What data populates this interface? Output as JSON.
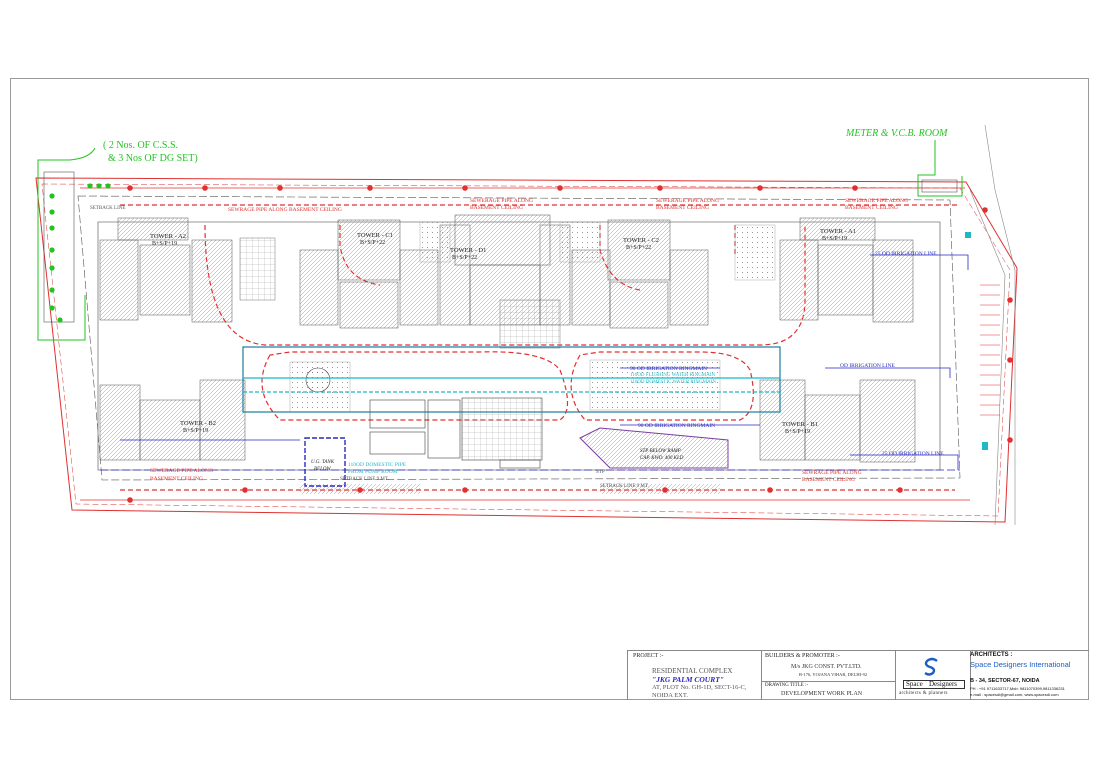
{
  "annotations": {
    "css_note_line1": "( 2 Nos. OF C.S.S.",
    "css_note_line2": "& 3 Nos OF DG SET)",
    "meter_room": "METER & V.C.B. ROOM"
  },
  "towers": {
    "a1_name": "TOWER - A1",
    "a1_floors": "B+S/P+19",
    "a2_name": "TOWER - A2",
    "a2_floors": "B+S/P+19",
    "b1_name": "TOWER - B1",
    "b1_floors": "B+S/P+19",
    "b2_name": "TOWER - B2",
    "b2_floors": "B+S/P+19",
    "c1_name": "TOWER - C1",
    "c1_floors": "B+S/P+22",
    "c2_name": "TOWER - C2",
    "c2_floors": "B+S/P+22",
    "d1_name": "TOWER - D1",
    "d1_floors": "B+S/P+22"
  },
  "services": {
    "sewerage_top": "SEWRAGE PIPE ALONG BASEMENT CEILING",
    "sewerage_pipe": "SEWERAGE PIPE ALONG",
    "basement_ceiling": "BASEMENT CEILING",
    "sewerage_bl_1": "SEWERAGE PIPE ALONG",
    "sewerage_bl_2": "BASEMENT CEILING",
    "sewerage_br_1": "SEWRAGE PIPE ALONG",
    "sewerage_br_2": "BASEMENT CEILING",
    "irrigation_25_top": "25 OD IRRIGATION LINE",
    "irrigation_25_bottom": "25 OD IRRIGATION LINE",
    "irrigation_line_r": "OD IRRIGATION LINE",
    "ringmain_90_top": "90 OD IRRIGATION RINGMAIN",
    "ringmain_90_bottom": "90 OD IRRIGATION RINGMAIN",
    "flushing_ring": "110OD FLUSHING WATER RINGMAIN",
    "domestic_ring": "110OD DOMESTIC WATER RINGMAIN",
    "domestic_pipe_1": "110OD DOMESTIC PIPE",
    "domestic_pipe_2": "FROM PUMP ROOM",
    "ug_tank_1": "U.G. TANK",
    "ug_tank_2": "BELOW",
    "stp_1": "STP BELOW RAMP",
    "stp_2": "CAP. KWD. 400 KLD",
    "setback_top": "SETBACK LINE",
    "setback_bottom_l": "SETBACK LINE 9 MT.",
    "setback_bottom_r": "SETBACK LINE 9 MT.",
    "stp_small": "STP"
  },
  "title_block": {
    "project_label": "PROJECT :-",
    "project_line1": "RESIDENTIAL COMPLEX",
    "project_name": "\"JKG PALM COURT\"",
    "project_line3": "AT, PLOT No. GH-1D, SECT-16-C,",
    "project_line4": "NOIDA EXT.",
    "builder_label": "BUILDERS & PROMOTER :-",
    "builder_name": "M/s JKG CONST. PVT.LTD.",
    "builder_address": "B-176, YOJANA VIHAR, DELHI-92",
    "drawing_title_label": "DRAWING TITLE :-",
    "drawing_title": "DEVELOPMENT WORK PLAN",
    "logo_word1": "Space",
    "logo_word2": "Designers",
    "logo_tagline": "architects & planners",
    "architects_label": "ARCHITECTS :",
    "architects_name": "Space Designers International",
    "architects_address": "B - 34, SECTOR-67, NOIDA",
    "architects_phone": "PH : +91 9711633717,Mob: 9811070399,9811336231",
    "architects_email": "e-mail : spacesdi@gmail.com, www.spacesdi.com"
  },
  "colors": {
    "boundary": "#e03030",
    "irrigation": "#2a2ac0",
    "water": "#1fb8c8",
    "annotation_green": "#22c422",
    "linework": "#555555",
    "architects_blue": "#1b5fc4"
  }
}
